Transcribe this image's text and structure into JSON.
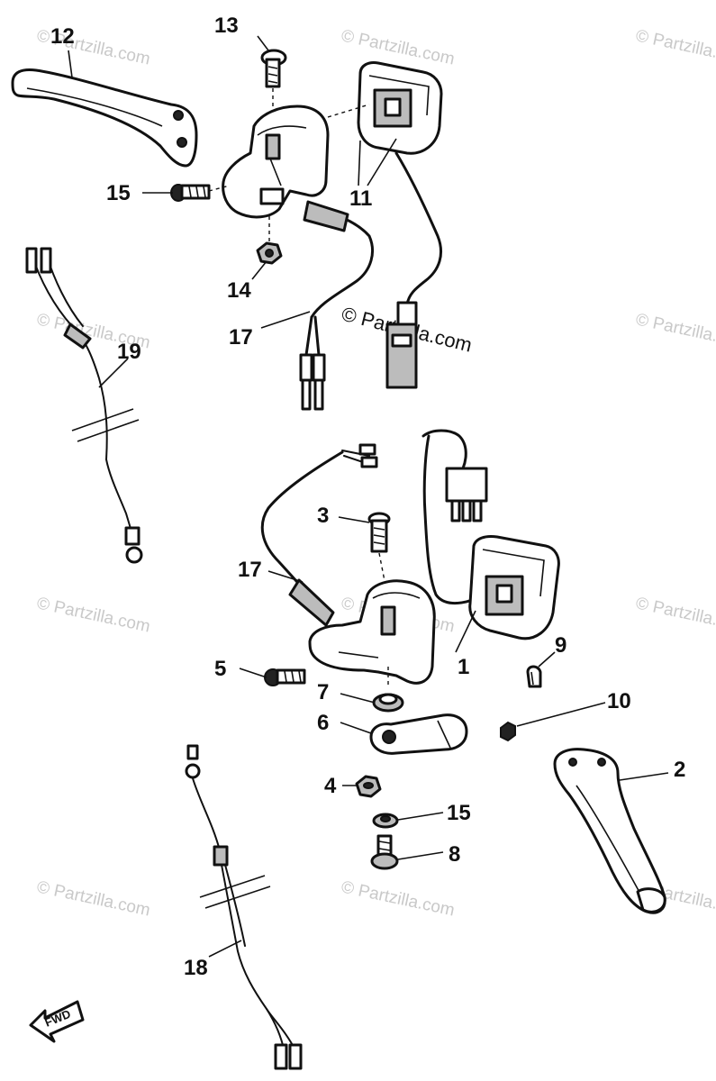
{
  "callouts": {
    "c12": "12",
    "c13": "13",
    "c15a": "15",
    "c11": "11",
    "c14": "14",
    "c17a": "17",
    "c19": "19",
    "c3": "3",
    "c17b": "17",
    "c5": "5",
    "c1": "1",
    "c9": "9",
    "c7": "7",
    "c10": "10",
    "c6": "6",
    "c2": "2",
    "c4": "4",
    "c15b": "15",
    "c8": "8",
    "c18": "18"
  },
  "watermark": {
    "text": "© Partzilla.com"
  },
  "front_arrow": {
    "label": "FWD"
  }
}
